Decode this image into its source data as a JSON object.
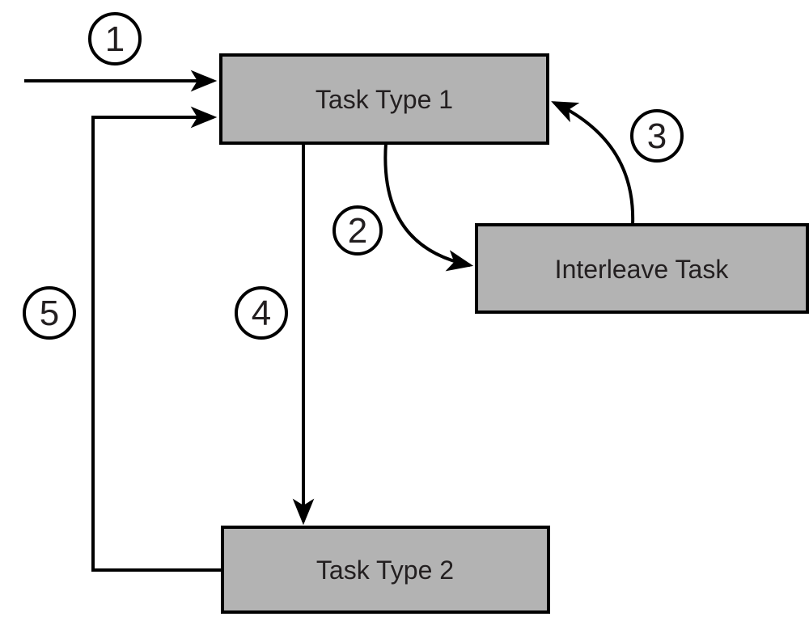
{
  "diagram": {
    "background": "#ffffff",
    "colors": {
      "node_fill": "#b3b3b3",
      "node_stroke": "#000000",
      "connector": "#000000",
      "text": "#231f20"
    },
    "nodes": {
      "task1": {
        "label": "Task Type 1"
      },
      "interleave": {
        "label": "Interleave Task"
      },
      "task2": {
        "label": "Task Type 2"
      }
    },
    "steps": {
      "s1": {
        "number": "1"
      },
      "s2": {
        "number": "2"
      },
      "s3": {
        "number": "3"
      },
      "s4": {
        "number": "4"
      },
      "s5": {
        "number": "5"
      }
    }
  }
}
